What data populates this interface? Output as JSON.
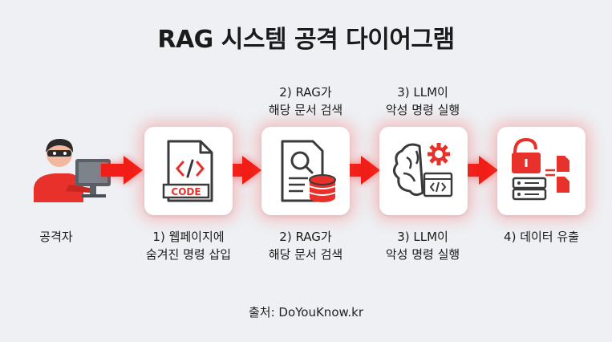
{
  "title": "RAG 시스템 공격 다이어그램",
  "top_labels": [
    {
      "line1": "2) RAG가",
      "line2": "해당 문서 검색"
    },
    {
      "line1": "3) LLM이",
      "line2": "악성 명령 실행"
    }
  ],
  "steps": [
    {
      "line1": "공격자",
      "line2": ""
    },
    {
      "line1": "1) 웹페이지에",
      "line2": "숨겨진 명령 삽입"
    },
    {
      "line1": "2) RAG가",
      "line2": "해당 문서 검색"
    },
    {
      "line1": "3) LLM이",
      "line2": "악성 명령 실행"
    },
    {
      "line1": "4) 데이터 유출",
      "line2": ""
    }
  ],
  "code_badge": "CODE",
  "source": "출처: DoYouKnow.kr",
  "colors": {
    "accent": "#e8312b",
    "dark": "#3a3a3a"
  }
}
